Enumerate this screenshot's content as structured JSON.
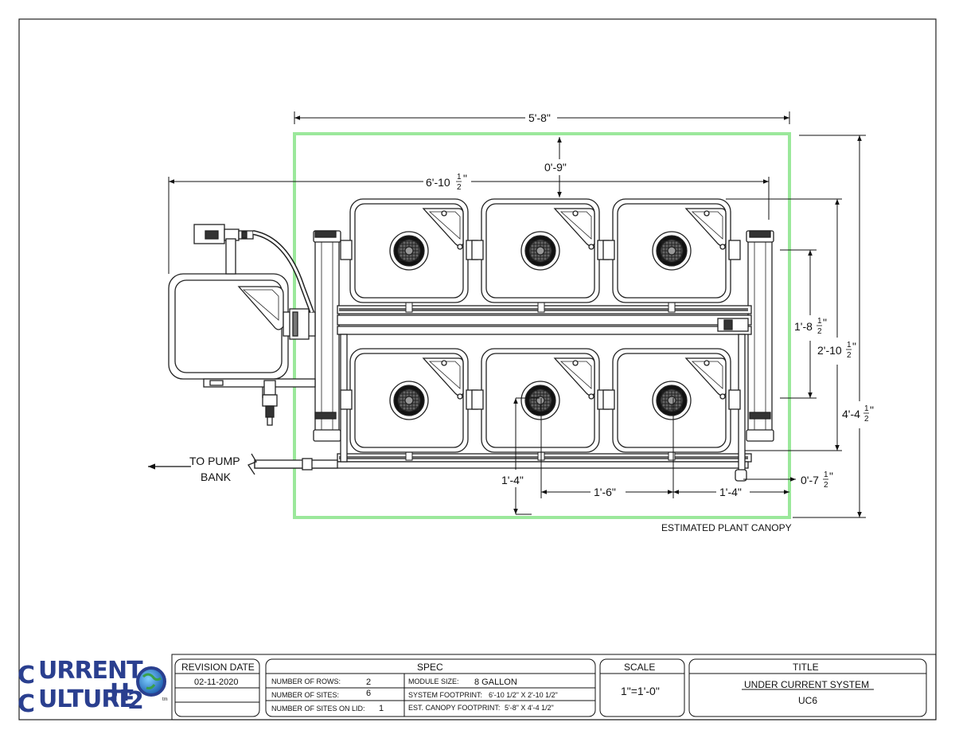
{
  "dimensions": {
    "overall_width": "5'-8\"",
    "system_width_main": "6'-10",
    "top_clearance": "0'-9\"",
    "row_height_main": "1'-8",
    "system_depth_main": "2'-10",
    "canopy_depth_main": "4'-4",
    "half_num": "1",
    "half_den": "2",
    "inch_mark": "\"",
    "bottom_clearance_main": "0'-7",
    "site_offset_left": "1'-4\"",
    "site_spacing": "1'-6\"",
    "site_offset_right": "1'-4\""
  },
  "labels": {
    "to_pump_line1": "TO PUMP",
    "to_pump_line2": "BANK",
    "canopy_label": "ESTIMATED PLANT CANOPY"
  },
  "logo": {
    "line1": "URRENT",
    "line2": "ULTURE",
    "c": "C",
    "h2o": "H",
    "two": "2",
    "tm": "tm"
  },
  "title_block": {
    "revision_header": "REVISION DATE",
    "revision_date": "02-11-2020",
    "spec_header": "SPEC",
    "rows_label": "NUMBER OF ROWS:",
    "rows_value": "2",
    "sites_label": "NUMBER OF SITES:",
    "sites_value": "6",
    "lid_label": "NUMBER OF SITES ON LID:",
    "lid_value": "1",
    "module_label": "MODULE SIZE:",
    "module_value": "8 GALLON",
    "footprint_label": "SYSTEM FOOTPRINT:",
    "footprint_value": "6'-10 1/2\" X 2'-10 1/2\"",
    "canopy_label": "EST. CANOPY FOOTPRINT:",
    "canopy_value": "5'-8\" X 4'-4 1/2\"",
    "scale_header": "SCALE",
    "scale_value": "1\"=1'-0\"",
    "title_header": "TITLE",
    "title_value": "UNDER CURRENT SYSTEM",
    "model_value": "UC6"
  },
  "colors": {
    "canopy": "#9be89b",
    "line": "#222222",
    "logo_blue": "#2a3f8f",
    "logo_green": "#3aa04a"
  }
}
